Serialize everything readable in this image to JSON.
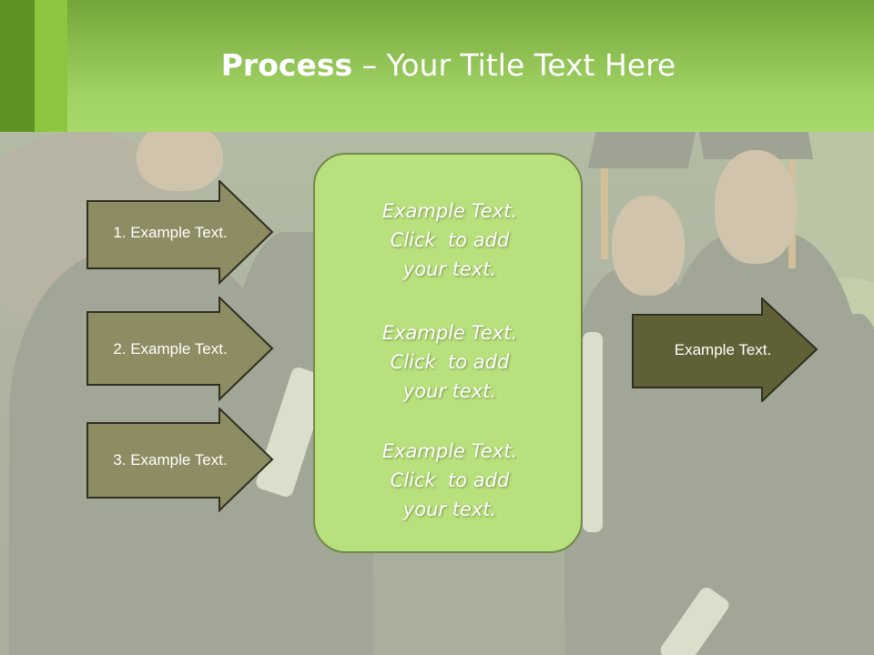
{
  "slide": {
    "title_bold": "Process",
    "title_rest": " – Your Title Text Here"
  },
  "left_arrows": [
    {
      "label": "1. Example Text."
    },
    {
      "label": "2. Example Text."
    },
    {
      "label": "3. Example Text."
    }
  ],
  "right_arrow": {
    "label": "Example Text."
  },
  "center_box": {
    "blocks": [
      {
        "line1": "Example Text.",
        "line2": "Click  to add",
        "line3": "your text."
      },
      {
        "line1": "Example Text.",
        "line2": "Click  to add",
        "line3": "your text."
      },
      {
        "line1": "Example Text.",
        "line2": "Click  to add",
        "line3": "your text."
      }
    ]
  },
  "colors": {
    "header_green": "#a9d96c",
    "strip_dark": "#5f9424",
    "strip_light": "#8cc63f",
    "left_arrow_fill": "#8e8c63",
    "right_arrow_fill": "#5f6035",
    "center_fill": "#b8e07c"
  },
  "background_image": "graduates-photo"
}
